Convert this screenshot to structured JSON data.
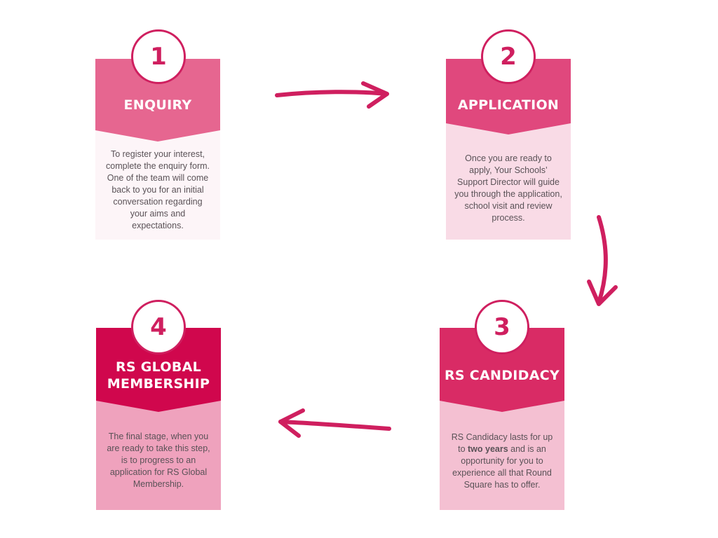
{
  "colors": {
    "accent": "#cf1f5f",
    "arrow": "#cf1f5f",
    "step1_head": "#e66690",
    "step1_body": "#fdf5f8",
    "step2_head": "#e0487d",
    "step2_body": "#f9dbe6",
    "step3_head": "#d92b65",
    "step3_body": "#f4c0d2",
    "step4_head": "#d0074d",
    "step4_body": "#efa2bd"
  },
  "steps": [
    {
      "number": "1",
      "title": "ENQUIRY",
      "text": "To register your interest, complete the enquiry form. One of the team will come back to you for an initial conversation regarding your aims and expectations."
    },
    {
      "number": "2",
      "title": "APPLICATION",
      "text": "Once you are ready to apply, Your Schools’ Support Director will guide you through the application, school visit and review process."
    },
    {
      "number": "3",
      "title": "RS CANDIDACY",
      "text_before": "RS Candidacy lasts for up to ",
      "text_bold": "two years",
      "text_after": " and is an opportunity for you to experience all that Round Square has to offer."
    },
    {
      "number": "4",
      "title_line1": "RS GLOBAL",
      "title_line2": "MEMBERSHIP",
      "text": "The final stage, when you are ready to take this step, is to progress to an application for RS Global Membership."
    }
  ]
}
